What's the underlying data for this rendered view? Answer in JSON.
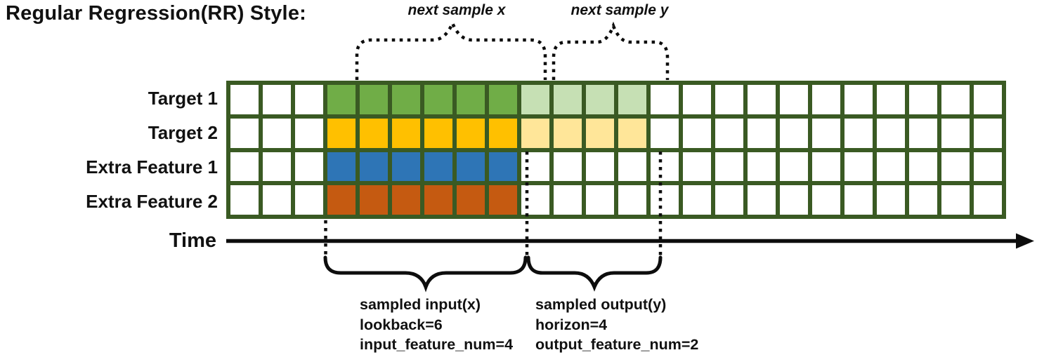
{
  "title": "Regular Regression(RR) Style:",
  "colors": {
    "gridBorder": "#3A5A23",
    "green": "#70AD47",
    "lightGreen": "#C6E0B4",
    "yellow": "#FFC000",
    "lightYellow": "#FFE699",
    "blue": "#2E75B6",
    "orange": "#C55A11",
    "annotation": "#0D0D0D"
  },
  "grid": {
    "columns": 24,
    "rows": [
      {
        "label": "Target 1",
        "segments": [
          {
            "start": 3,
            "count": 6,
            "color": "green"
          },
          {
            "start": 9,
            "count": 4,
            "color": "lightGreen"
          }
        ]
      },
      {
        "label": "Target 2",
        "segments": [
          {
            "start": 3,
            "count": 6,
            "color": "yellow"
          },
          {
            "start": 9,
            "count": 4,
            "color": "lightYellow"
          }
        ]
      },
      {
        "label": "Extra Feature 1",
        "segments": [
          {
            "start": 3,
            "count": 6,
            "color": "blue"
          }
        ]
      },
      {
        "label": "Extra Feature 2",
        "segments": [
          {
            "start": 3,
            "count": 6,
            "color": "orange"
          }
        ]
      }
    ]
  },
  "annotations": {
    "next_sample_x": "next sample x",
    "next_sample_y": "next sample y",
    "time_label": "Time",
    "sampled_input": {
      "line1": "sampled input(x)",
      "line2": "lookback=6",
      "line3": "input_feature_num=4"
    },
    "sampled_output": {
      "line1": "sampled output(y)",
      "line2": "horizon=4",
      "line3": "output_feature_num=2"
    }
  }
}
